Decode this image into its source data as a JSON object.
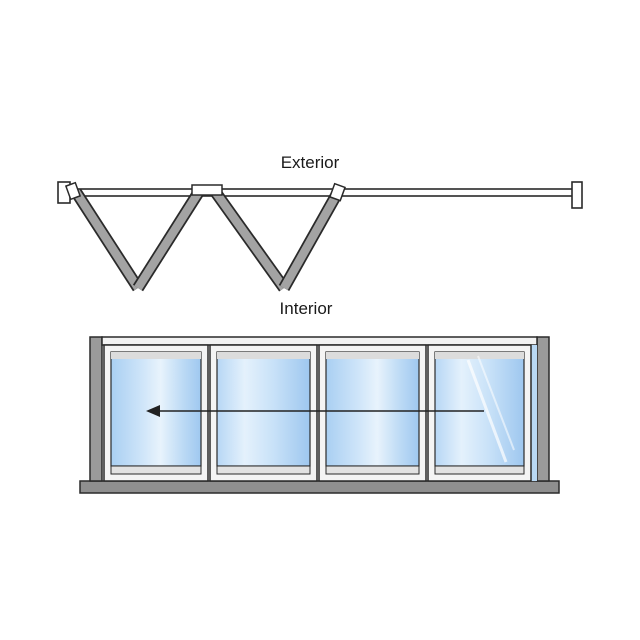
{
  "labels": {
    "exterior": "Exterior",
    "interior": "Interior"
  },
  "plan_view": {
    "panel_count": 4,
    "fold_state": "folding"
  },
  "elevation_view": {
    "panel_count": 4,
    "slide_direction": "left"
  },
  "colors": {
    "frame_outline": "#2a2a2a",
    "frame_fill": "#f2f2f2",
    "jamb_fill": "#9a9a9a",
    "sill_fill": "#8f8f8f",
    "glass_blue": "#a9cff2",
    "glass_light": "#e6f2fc",
    "arrow": "#222222"
  }
}
